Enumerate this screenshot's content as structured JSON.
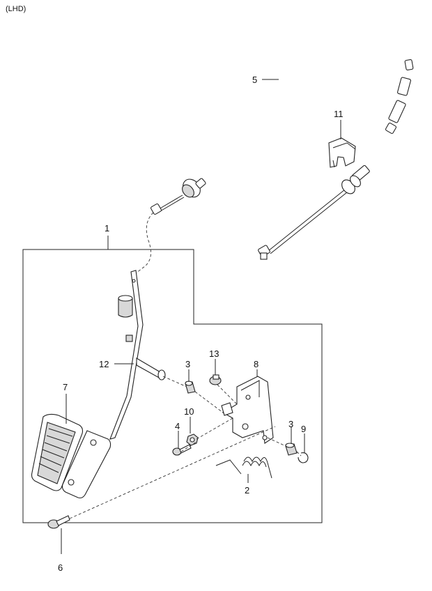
{
  "header": {
    "variant": "(LHD)"
  },
  "callouts": {
    "c1": "1",
    "c2": "2",
    "c3a": "3",
    "c3b": "3",
    "c4": "4",
    "c5": "5",
    "c6": "6",
    "c7": "7",
    "c8": "8",
    "c9": "9",
    "c10": "10",
    "c11": "11",
    "c12": "12",
    "c13": "13"
  },
  "colors": {
    "line": "#222222",
    "fill": "#ffffff",
    "shade": "#d8d8d8"
  }
}
